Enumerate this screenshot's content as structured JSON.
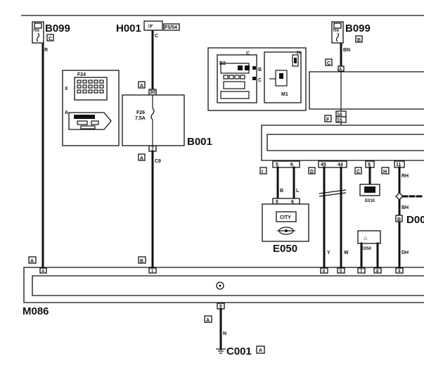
{
  "components": {
    "b099_left": "B099",
    "b099_right": "B099",
    "h001": "H001",
    "h001_fuse_ref": "F5/54",
    "b001": "B001",
    "e050": "E050",
    "e050_display": "CITY",
    "e050_small": "E050",
    "e010": "E010",
    "d00": "D00",
    "m086": "M086",
    "c001": "C001"
  },
  "fuses": {
    "b099_left_rating": "70A",
    "b099_right_rating": "70A",
    "b001_id": "F26",
    "b001_rating": "7,5A"
  },
  "connectors": {
    "b099_left": "C",
    "b099_right": "B",
    "conn_c_top": "C",
    "b001_top": "A",
    "b001_bottom": "A",
    "f_block": "F",
    "i_block": "I",
    "d_block": "D",
    "c_e010": "C",
    "h_block": "H",
    "d00_conn": "B",
    "m086_a": "A",
    "m086_b": "B",
    "ground_a": "A",
    "c001_conn": "A"
  },
  "pins": {
    "b001_in": "30",
    "b001_out": "7",
    "ecu_16a": "16",
    "ecu_16b": "15",
    "i_5": "5",
    "i_6": "6",
    "d_45": "45",
    "d_44": "44",
    "c_9": "9",
    "h_11": "11",
    "e050_5": "5",
    "e050_6": "6",
    "m086_a": "A",
    "m086_1": "1",
    "m086_6": "6",
    "m086_5": "5",
    "m086_7": "7",
    "m086_8": "8",
    "m086_4": "4",
    "m086_gnd": "9",
    "bn": "BN"
  },
  "wire_colors": {
    "b099_left": "R",
    "h001": "C",
    "b099_right": "BN",
    "b001_out": "C9",
    "e050_b": "B",
    "e050_l": "L",
    "w45": "Y",
    "w44": "W",
    "h_top": "RH",
    "h_mid": "BH",
    "h_bot": "DH",
    "gnd": "N"
  },
  "inset1": {
    "f24": "F24",
    "x": "X",
    "a": "A"
  },
  "inset2": {
    "b2": "B2",
    "c": "C",
    "b": "B",
    "c2": "C",
    "h": "H",
    "m1": "M1"
  }
}
